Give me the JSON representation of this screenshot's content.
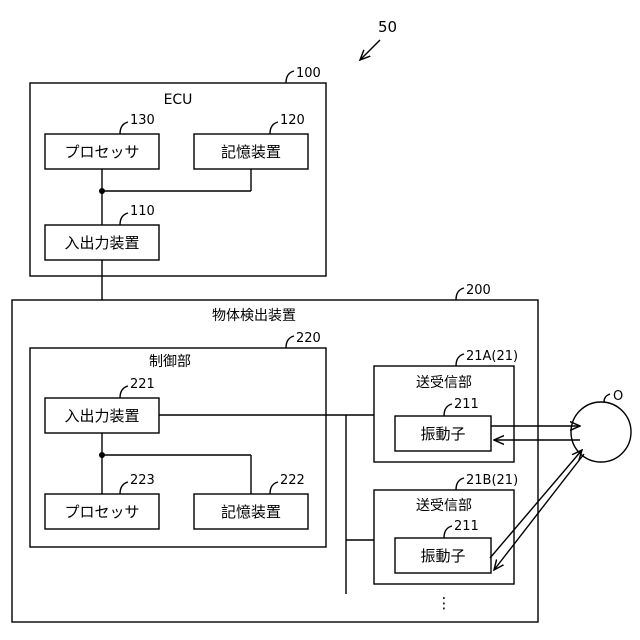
{
  "figure": {
    "ref": "50"
  },
  "ecu": {
    "title": "ECU",
    "ref": "100",
    "processor": {
      "label": "プロセッサ",
      "ref": "130"
    },
    "memory": {
      "label": "記憶装置",
      "ref": "120"
    },
    "io": {
      "label": "入出力装置",
      "ref": "110"
    }
  },
  "detector": {
    "title": "物体検出装置",
    "ref": "200",
    "control": {
      "title": "制御部",
      "ref": "220",
      "io": {
        "label": "入出力装置",
        "ref": "221"
      },
      "processor": {
        "label": "プロセッサ",
        "ref": "223"
      },
      "memory": {
        "label": "記憶装置",
        "ref": "222"
      }
    },
    "transceivers": [
      {
        "title": "送受信部",
        "ref": "21A(21)",
        "vibrator": {
          "label": "振動子",
          "ref": "211"
        }
      },
      {
        "title": "送受信部",
        "ref": "21B(21)",
        "vibrator": {
          "label": "振動子",
          "ref": "211"
        }
      }
    ],
    "more": "⋮"
  },
  "object": {
    "ref": "O"
  }
}
